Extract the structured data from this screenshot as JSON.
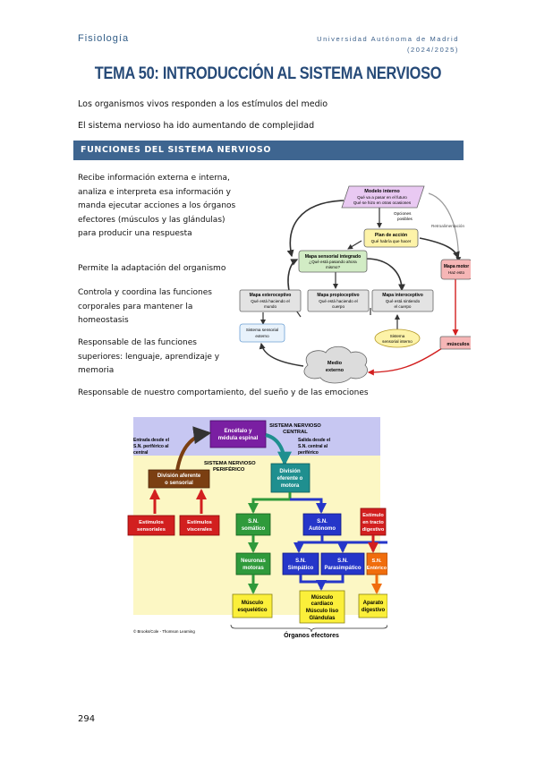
{
  "header": {
    "subject": "Fisiología",
    "university": "Universidad Autónoma de Madrid",
    "year": "(2024/2025)"
  },
  "title": "TEMA 50: INTRODUCCIÓN AL SISTEMA NERVIOSO",
  "intro": [
    "Los organismos vivos responden a los estímulos del medio",
    "El sistema nervioso ha ido aumentando de complejidad"
  ],
  "section": {
    "heading": "FUNCIONES DEL SISTEMA NERVIOSO"
  },
  "functions": [
    "Recibe información externa e interna, analiza e interpreta esa información y manda ejecutar acciones a los órganos efectores (músculos y las glándulas) para producir una respuesta",
    "Permite la adaptación del organismo",
    "Controla y coordina las funciones corporales para mantener la homeostasis",
    "Responsable de las funciones superiores: lenguaje, aprendizaje y memoria"
  ],
  "function_last": "Responsable de nuestro comportamiento, del sueño y de las emociones",
  "diagram1": {
    "modelo_interno": [
      "Modelo interno",
      "Qué va a pasar en el futuro",
      "Qué se hizo en otras ocasiones"
    ],
    "opciones": [
      "Opciones",
      "posibles"
    ],
    "retroalimentacion": "Retroalimentación",
    "plan": [
      "Plan de acción",
      "Qué habría que hacer"
    ],
    "mapa_integrado": [
      "Mapa sensorial integrado",
      "¿Qué está pasando ahora",
      "mismo?"
    ],
    "mapa_motor": [
      "Mapa motor",
      "Haz esto"
    ],
    "exteroceptivo": [
      "Mapa exteroceptivo",
      "Qué está haciendo el",
      "mundo"
    ],
    "propioceptivo": [
      "Mapa propioceptivo",
      "Qué está haciendo el",
      "cuerpo"
    ],
    "interoceptivo": [
      "Mapa interoceptivo",
      "Qué está sintiendo",
      "el cuerpo"
    ],
    "sensorial_externo": [
      "Sistema sensorial",
      "externo"
    ],
    "sensorial_interno": [
      "Sistema",
      "sensorial interno"
    ],
    "musculos": "músculos",
    "medio": [
      "Medio",
      "externo"
    ]
  },
  "diagram2": {
    "snc": [
      "SISTEMA NERVIOSO",
      "CENTRAL"
    ],
    "snp": [
      "SISTEMA NERVIOSO",
      "PERIFÉRICO"
    ],
    "encefalo": [
      "Encéfalo y",
      "médula espinal"
    ],
    "entrada": [
      "Entrada desde el",
      "S.N. periférico al",
      "central"
    ],
    "salida": [
      "Salida desde el",
      "S.N. central al",
      "periférico"
    ],
    "aferente": [
      "División aferente",
      "o sensorial"
    ],
    "eferente": [
      "División",
      "eferente o",
      "motora"
    ],
    "est_sensoriales": [
      "Estímulos",
      "sensoriales"
    ],
    "est_viscerales": [
      "Estímulos",
      "viscerales"
    ],
    "somatico": [
      "S.N.",
      "somático"
    ],
    "autonomo": [
      "S.N.",
      "Autónomo"
    ],
    "est_digestivo": [
      "Estímulo",
      "en tracto",
      "digestivo"
    ],
    "motoras": [
      "Neuronas",
      "motoras"
    ],
    "simpatico": [
      "S.N.",
      "Simpático"
    ],
    "parasimpatico": [
      "S.N.",
      "Parasimpático"
    ],
    "enterico": [
      "S.N.",
      "Entérico"
    ],
    "esqueletico": [
      "Músculo",
      "esquelético"
    ],
    "cardiaco": [
      "Músculo",
      "cardiaco",
      "Músculo liso",
      "Glándulas"
    ],
    "aparato": [
      "Aparato",
      "digestivo"
    ],
    "credit": "© Brooks/Cole - Thomson Learning",
    "organos": "Órganos efectores"
  },
  "page_number": "294",
  "colors": {
    "blue": "#3e6590",
    "title": "#264a78",
    "purple": "#7a1fa2",
    "brown": "#7b3f12",
    "red": "#d21f1f",
    "green": "#2f9a3b",
    "navy": "#2536c9",
    "orange": "#f06d0c",
    "yellow": "#fbef3a"
  }
}
